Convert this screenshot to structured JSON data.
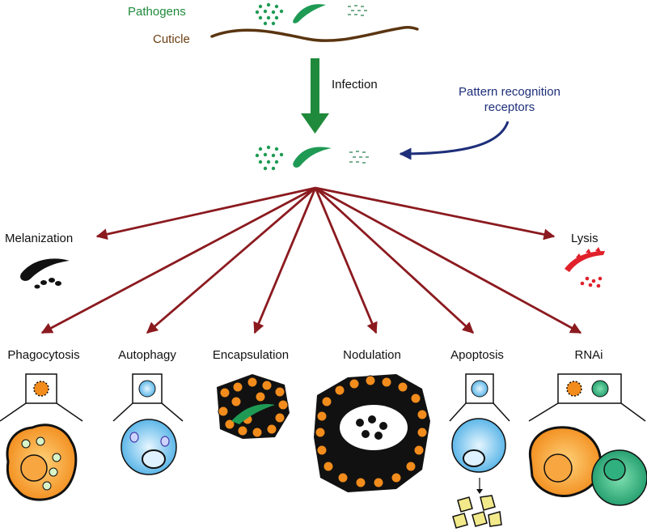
{
  "labels": {
    "pathogens": "Pathogens",
    "cuticle": "Cuticle",
    "infection": "Infection",
    "prr_line1": "Pattern recognition",
    "prr_line2": "receptors",
    "melanization": "Melanization",
    "lysis": "Lysis",
    "phagocytosis": "Phagocytosis",
    "autophagy": "Autophagy",
    "encapsulation": "Encapsulation",
    "nodulation": "Nodulation",
    "apoptosis": "Apoptosis",
    "rnai": "RNAi"
  },
  "colors": {
    "pathogen_green": "#1f8a3b",
    "cuticle_brown": "#5a3510",
    "arrow_red": "#8b1a1f",
    "prr_navy": "#1e2f7a",
    "hemocyte_orange": "#f28c1c",
    "cell_blue": "#58b7e8",
    "lysis_red": "#e0202a"
  }
}
